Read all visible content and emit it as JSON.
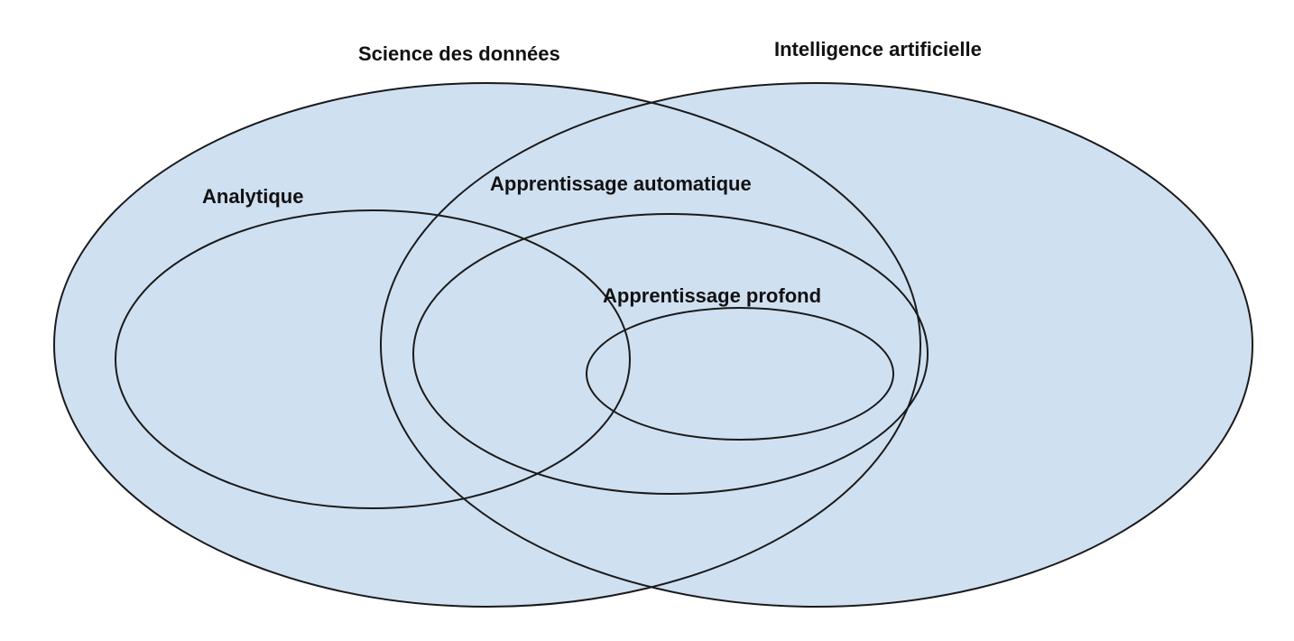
{
  "diagram": {
    "type": "nested-venn",
    "fill_color": "#cfe0f1",
    "stroke_color": "#1a1a1a",
    "background_color": "#ffffff",
    "sets": {
      "science_des_donnees": {
        "label": "Science des données"
      },
      "intelligence_artificielle": {
        "label": "Intelligence artificielle"
      },
      "analytique": {
        "label": "Analytique"
      },
      "apprentissage_automatique": {
        "label": "Apprentissage automatique"
      },
      "apprentissage_profond": {
        "label": "Apprentissage profond"
      }
    }
  }
}
